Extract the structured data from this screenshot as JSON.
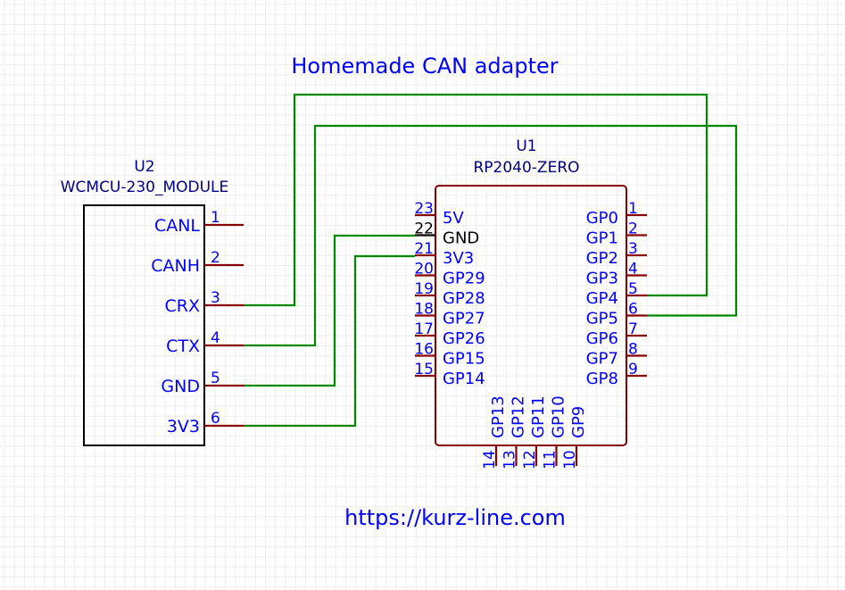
{
  "title": "Homemade CAN adapter",
  "footer_link": "https://kurz-line.com",
  "colors": {
    "pin_label": "#0000ff",
    "component_ref": "#000080",
    "pin_line": "#880000",
    "body_outline_u1": "#880000",
    "body_outline_u2": "#000000",
    "wire": "#008800",
    "highlight": "#000000",
    "grid": "#eeeeee",
    "background": "#ffffff"
  },
  "components": {
    "u2": {
      "ref": "U2",
      "value": "WCMCU-230_MODULE",
      "pins": [
        {
          "number": "1",
          "name": "CANL"
        },
        {
          "number": "2",
          "name": "CANH"
        },
        {
          "number": "3",
          "name": "CRX"
        },
        {
          "number": "4",
          "name": "CTX"
        },
        {
          "number": "5",
          "name": "GND"
        },
        {
          "number": "6",
          "name": "3V3"
        }
      ]
    },
    "u1": {
      "ref": "U1",
      "value": "RP2040-ZERO",
      "left_pins": [
        {
          "number": "23",
          "name": "5V"
        },
        {
          "number": "22",
          "name": "GND",
          "highlighted": true
        },
        {
          "number": "21",
          "name": "3V3"
        },
        {
          "number": "20",
          "name": "GP29"
        },
        {
          "number": "19",
          "name": "GP28"
        },
        {
          "number": "18",
          "name": "GP27"
        },
        {
          "number": "17",
          "name": "GP26"
        },
        {
          "number": "16",
          "name": "GP15"
        },
        {
          "number": "15",
          "name": "GP14"
        }
      ],
      "right_pins": [
        {
          "number": "1",
          "name": "GP0"
        },
        {
          "number": "2",
          "name": "GP1"
        },
        {
          "number": "3",
          "name": "GP2"
        },
        {
          "number": "4",
          "name": "GP3"
        },
        {
          "number": "5",
          "name": "GP4"
        },
        {
          "number": "6",
          "name": "GP5"
        },
        {
          "number": "7",
          "name": "GP6"
        },
        {
          "number": "8",
          "name": "GP7"
        },
        {
          "number": "9",
          "name": "GP8"
        }
      ],
      "bottom_pins": [
        {
          "number": "14",
          "name": "GP13"
        },
        {
          "number": "13",
          "name": "GP12"
        },
        {
          "number": "12",
          "name": "GP11"
        },
        {
          "number": "11",
          "name": "GP10"
        },
        {
          "number": "10",
          "name": "GP9"
        }
      ]
    }
  },
  "nets": [
    {
      "name": "CRX-GP4",
      "from": "U2.3 CRX",
      "to": "U1.5 GP4"
    },
    {
      "name": "CTX-GP5",
      "from": "U2.4 CTX",
      "to": "U1.6 GP5"
    },
    {
      "name": "GND",
      "from": "U2.5 GND",
      "to": "U1.22 GND"
    },
    {
      "name": "3V3",
      "from": "U2.6 3V3",
      "to": "U1.21 3V3"
    }
  ]
}
